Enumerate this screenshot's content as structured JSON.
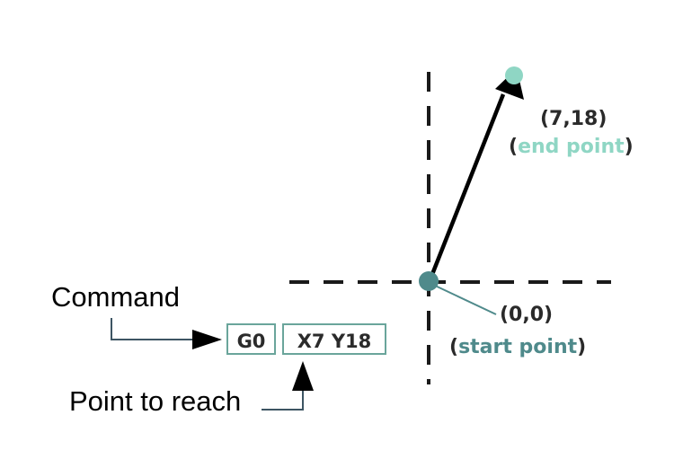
{
  "colors": {
    "teal_dark": "#4f8a8b",
    "teal_light": "#8fd6c4",
    "box_border": "#6aa59b",
    "text_dark": "#2a2a2a",
    "arrow": "#000000",
    "connector": "#3d5563"
  },
  "diagram": {
    "command_label": "Command",
    "point_label": "Point to reach",
    "command_code": "G0",
    "coordinates_code": "X7 Y18",
    "end_point": {
      "coords": "(7,18)",
      "open_paren": "(",
      "name": "end point",
      "close_paren": ")"
    },
    "start_point": {
      "coords": "(0,0)",
      "open_paren": "(",
      "name": "start point",
      "close_paren": ")"
    }
  }
}
